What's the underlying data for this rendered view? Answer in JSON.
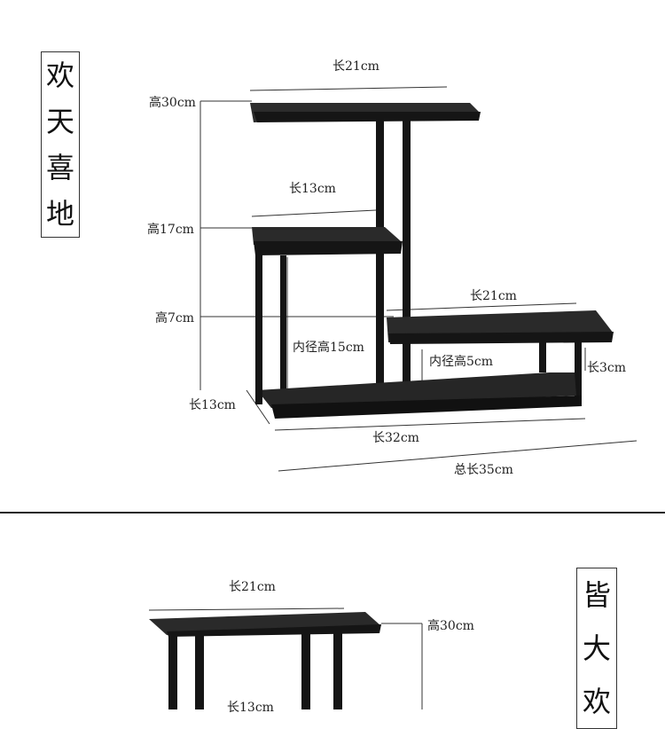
{
  "top_panel": {
    "title_chars": [
      "欢",
      "天",
      "喜",
      "地"
    ],
    "labels": {
      "top_length": "长21cm",
      "top_height": "高30cm",
      "mid_length": "长13cm",
      "mid_height": "高17cm",
      "low_length": "长21cm",
      "low_height": "高7cm",
      "inner_height_large": "内径高15cm",
      "inner_height_small": "内径高5cm",
      "side_length_right": "长3cm",
      "depth_left": "长13cm",
      "base_length": "长32cm",
      "total_length": "总长35cm"
    }
  },
  "bottom_panel": {
    "title_chars": [
      "皆",
      "大",
      "欢"
    ],
    "labels": {
      "top_length": "长21cm",
      "top_height": "高30cm",
      "mid_length": "长13cm"
    }
  },
  "colors": {
    "shelf": "#1b1b1b",
    "shelf_top": "#2a2a2a",
    "line": "#333333"
  }
}
